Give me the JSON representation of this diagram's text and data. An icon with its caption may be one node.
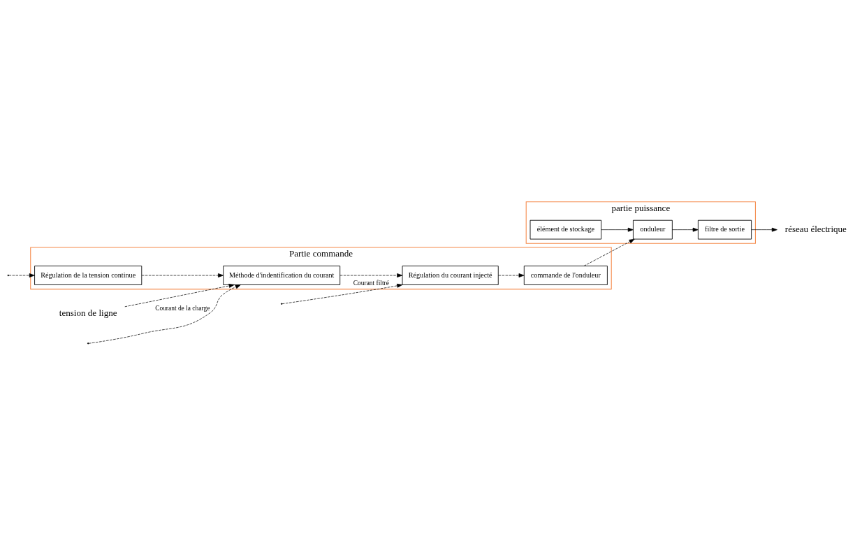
{
  "diagram": {
    "nodes": [
      {
        "text": [
          "partie puissance"
        ]
      },
      {
        "text": [
          "élément de stockage"
        ],
        "in": 0
      },
      {
        "text": [
          "onduleur"
        ],
        "in": 0
      },
      {
        "text": [
          "filtre de sortie"
        ],
        "in": 0
      },
      {
        "text": [
          "réseau électrique"
        ]
      },
      {
        "text": [
          "Partie commande"
        ]
      },
      {
        "text": [
          "Régulation du courant injecté"
        ],
        "in": 5
      },
      {
        "text": [
          "commande de l'onduleur"
        ],
        "in": 5
      },
      {
        "text": [
          "Méthode d'indentification du courant"
        ],
        "in": 5
      },
      {
        "text": [
          "Régulation de la tension continue"
        ],
        "in": 5
      },
      {
        "text": [
          "tension de ligne"
        ]
      }
    ],
    "edges": [
      {
        "from": 1,
        "to": 2,
        "arrow": "to"
      },
      {
        "from": 2,
        "to": 3,
        "arrow": "to"
      },
      {
        "from": 3,
        "to": 4,
        "arrow": "to"
      },
      {
        "from": null,
        "to": 6,
        "arrow": "to",
        "style": "dashed",
        "label": "Courant filtré"
      },
      {
        "from": 6,
        "to": 7,
        "arrow": "to",
        "style": "dashed"
      },
      {
        "from": 7,
        "to": 2,
        "arrow": "to",
        "style": "dashed"
      },
      {
        "from": null,
        "to": 8,
        "arrow": "to",
        "style": "dashed",
        "label": "Courant de la charge"
      },
      {
        "from": 10,
        "to": 8,
        "arrow": "to",
        "style": "dashed"
      },
      {
        "from": 8,
        "to": 6,
        "arrow": "to",
        "style": "dashed"
      },
      {
        "from": 9,
        "to": 8,
        "arrow": "to",
        "style": "dashed"
      },
      {
        "from": null,
        "to": 9,
        "arrow": "to",
        "style": "dashed"
      }
    ]
  }
}
